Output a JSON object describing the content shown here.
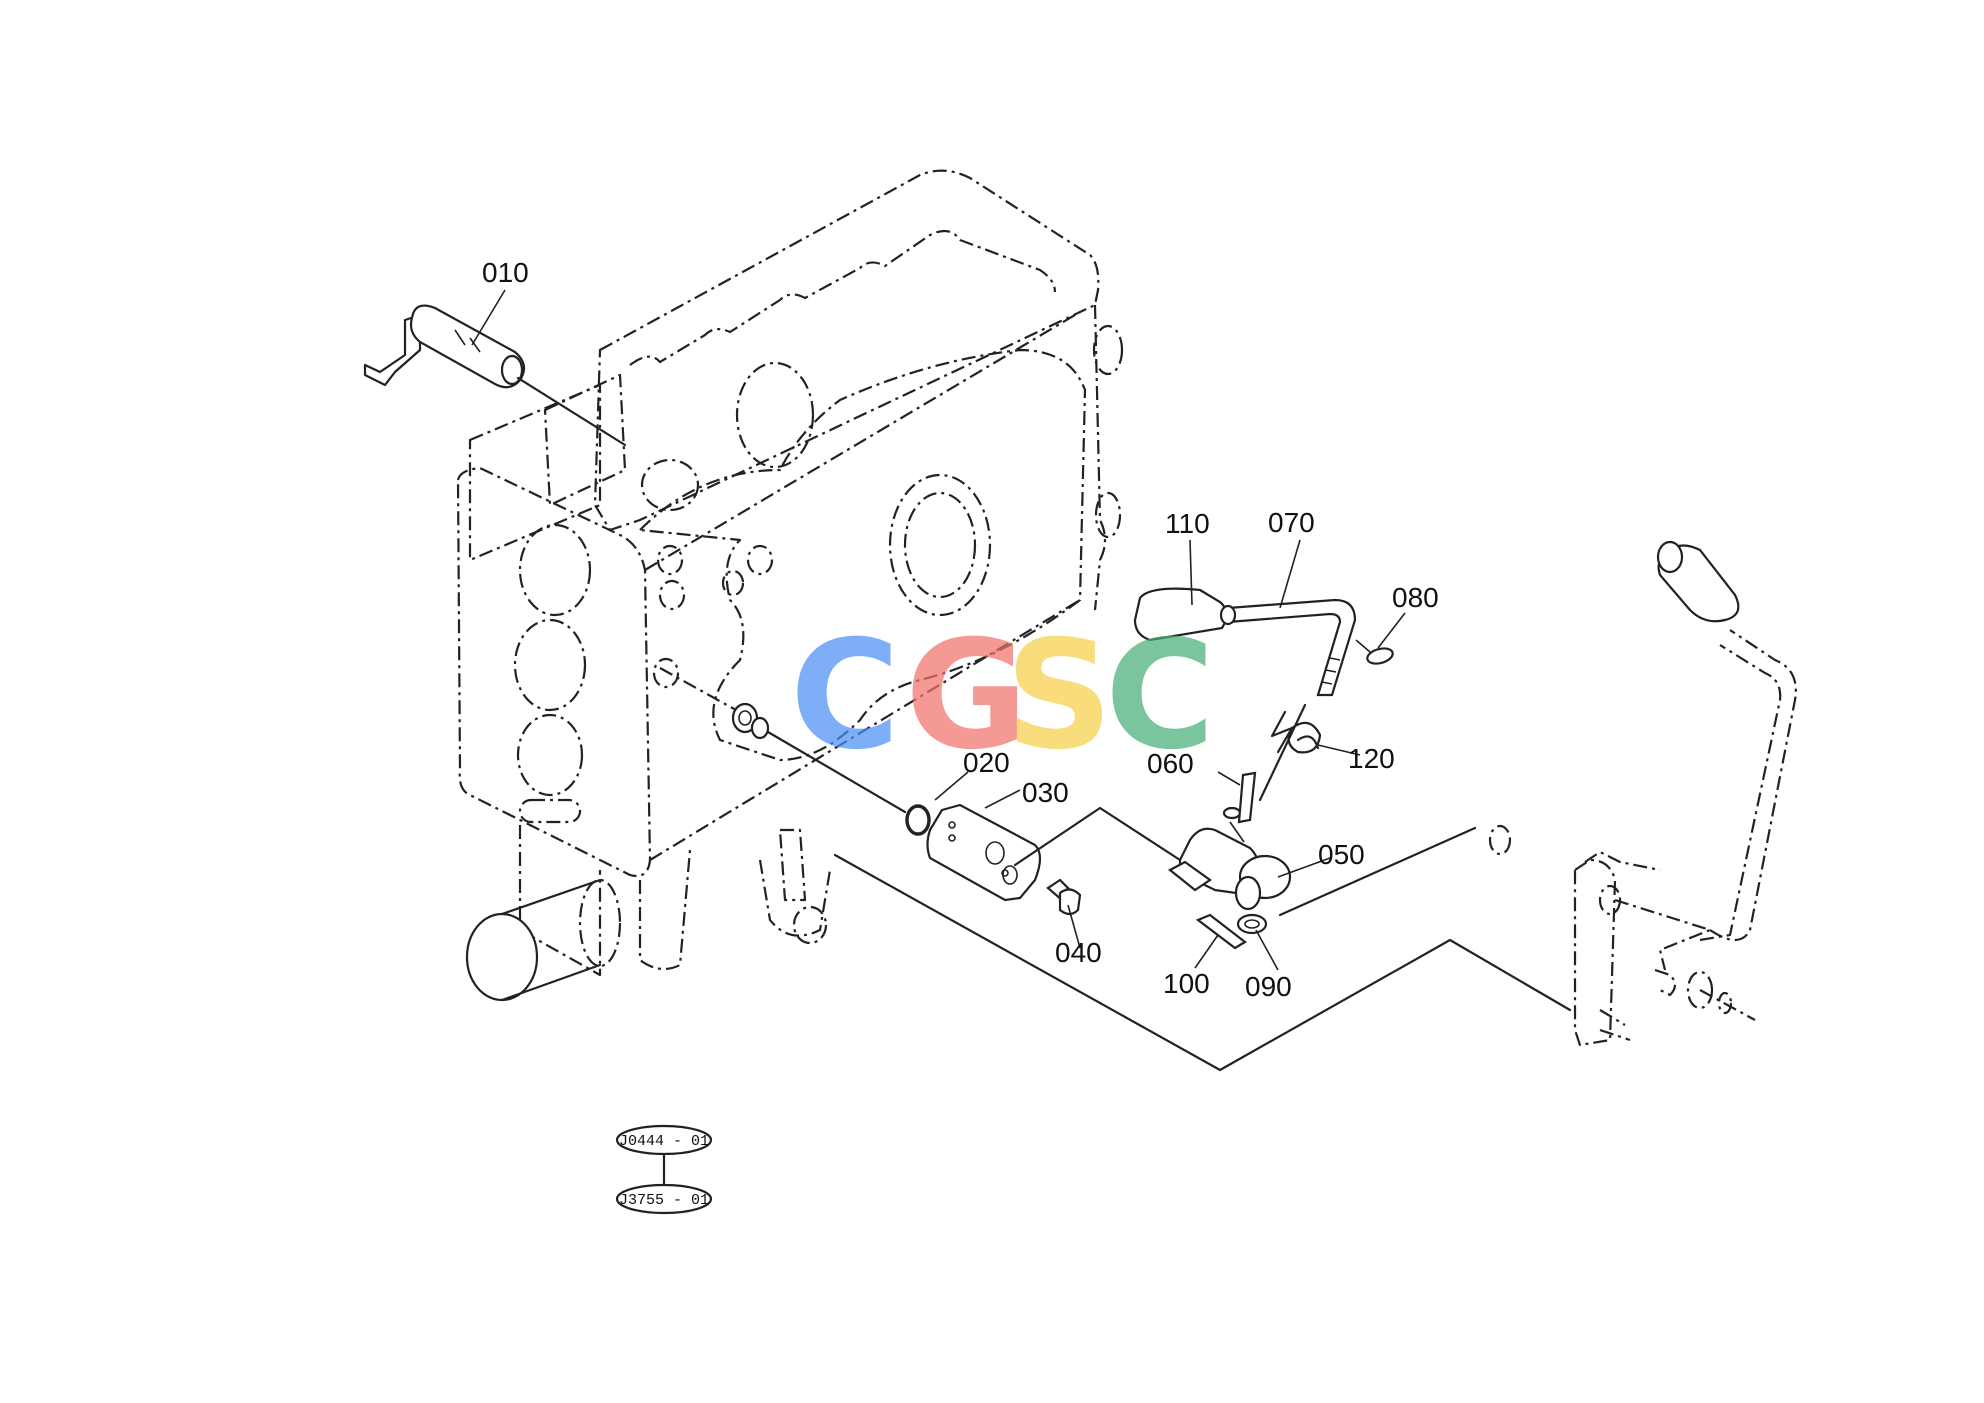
{
  "parts": [
    {
      "id": "p010",
      "label": "010"
    },
    {
      "id": "p020",
      "label": "020"
    },
    {
      "id": "p030",
      "label": "030"
    },
    {
      "id": "p040",
      "label": "040"
    },
    {
      "id": "p050",
      "label": "050"
    },
    {
      "id": "p060",
      "label": "060"
    },
    {
      "id": "p070",
      "label": "070"
    },
    {
      "id": "p080",
      "label": "080"
    },
    {
      "id": "p090",
      "label": "090"
    },
    {
      "id": "p100",
      "label": "100"
    },
    {
      "id": "p110",
      "label": "110"
    },
    {
      "id": "p120",
      "label": "120"
    }
  ],
  "ref_codes": {
    "top": "J0444 - 01",
    "bottom": "J3755 - 01"
  },
  "watermark": {
    "letters": [
      "C",
      "G",
      "S",
      "C"
    ],
    "colors": [
      "#4f8ff7",
      "#f0736a",
      "#f8d04a",
      "#48b07a"
    ]
  }
}
